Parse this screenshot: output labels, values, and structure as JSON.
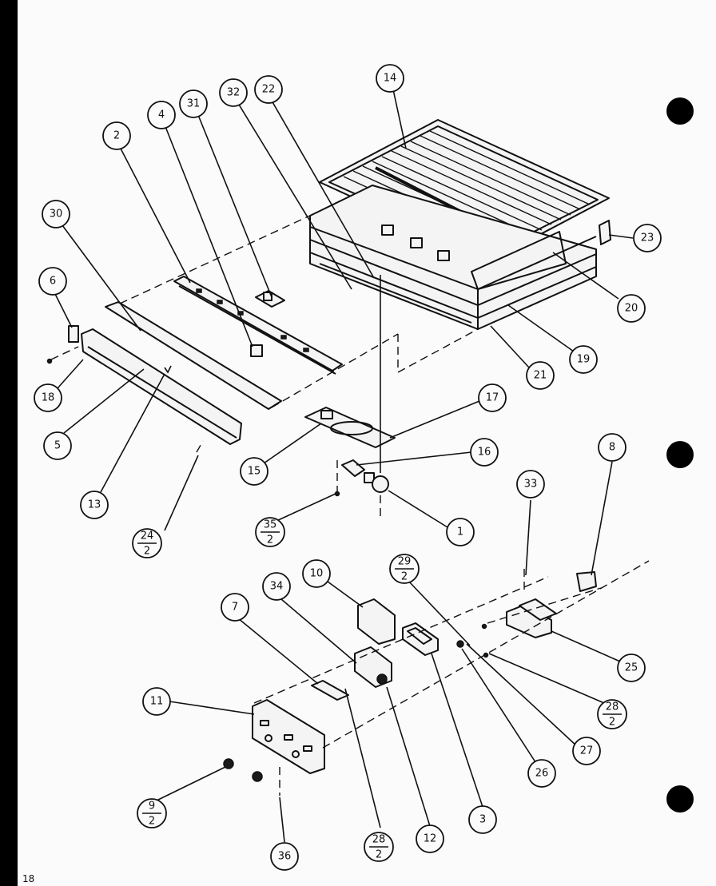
{
  "page_number": "18",
  "callouts": [
    {
      "id": "14",
      "label": "14"
    },
    {
      "id": "22",
      "label": "22"
    },
    {
      "id": "32",
      "label": "32"
    },
    {
      "id": "31",
      "label": "31"
    },
    {
      "id": "4",
      "label": "4"
    },
    {
      "id": "2",
      "label": "2"
    },
    {
      "id": "30",
      "label": "30"
    },
    {
      "id": "6",
      "label": "6"
    },
    {
      "id": "18",
      "label": "18"
    },
    {
      "id": "5",
      "label": "5"
    },
    {
      "id": "13",
      "label": "13"
    },
    {
      "id": "23",
      "label": "23"
    },
    {
      "id": "20",
      "label": "20"
    },
    {
      "id": "19",
      "label": "19"
    },
    {
      "id": "21",
      "label": "21"
    },
    {
      "id": "17",
      "label": "17"
    },
    {
      "id": "16",
      "label": "16"
    },
    {
      "id": "15",
      "label": "15"
    },
    {
      "id": "1",
      "label": "1"
    },
    {
      "id": "8",
      "label": "8"
    },
    {
      "id": "33",
      "label": "33"
    },
    {
      "id": "10",
      "label": "10"
    },
    {
      "id": "34",
      "label": "34"
    },
    {
      "id": "7",
      "label": "7"
    },
    {
      "id": "11",
      "label": "11"
    },
    {
      "id": "25",
      "label": "25"
    },
    {
      "id": "27",
      "label": "27"
    },
    {
      "id": "26",
      "label": "26"
    },
    {
      "id": "3",
      "label": "3"
    },
    {
      "id": "12",
      "label": "12"
    },
    {
      "id": "36",
      "label": "36"
    }
  ],
  "fraction_callouts": [
    {
      "id": "24-2",
      "num": "24",
      "den": "2"
    },
    {
      "id": "35-2",
      "num": "35",
      "den": "2"
    },
    {
      "id": "29-2",
      "num": "29",
      "den": "2"
    },
    {
      "id": "28-2a",
      "num": "28",
      "den": "2"
    },
    {
      "id": "28-2b",
      "num": "28",
      "den": "2"
    },
    {
      "id": "9-2",
      "num": "9",
      "den": "2"
    }
  ]
}
